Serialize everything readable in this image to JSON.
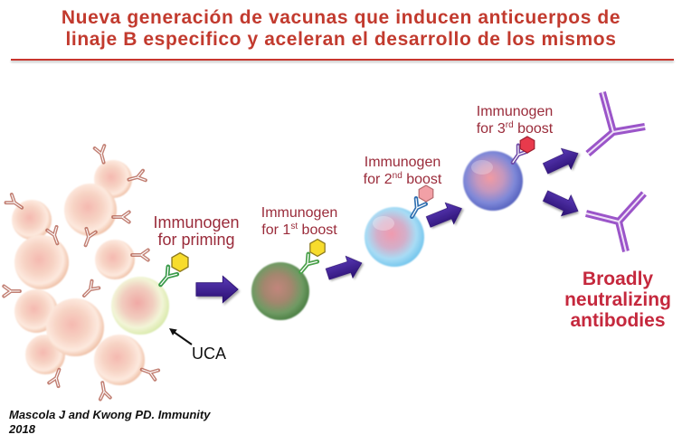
{
  "title": {
    "line1": "Nueva generación de vacunas que inducen anticuerpos de",
    "line2": "linaje B especifico y aceleran el desarrollo de los mismos"
  },
  "diagram": {
    "labels": {
      "priming": {
        "line1": "Immunogen",
        "line2": "for priming"
      },
      "boost1": {
        "line1": "Immunogen",
        "prefix": "for 1",
        "sup": "st",
        "suffix": " boost"
      },
      "boost2": {
        "line1": "Immunogen",
        "prefix": "for 2",
        "sup": "nd",
        "suffix": " boost"
      },
      "boost3": {
        "line1": "Immunogen",
        "prefix": "for 3",
        "sup": "rd",
        "suffix": " boost"
      },
      "uca": "UCA"
    },
    "result": {
      "line1": "Broadly",
      "line2": "neutralizing",
      "line3": "antibodies"
    }
  },
  "citation": {
    "line1": "Mascola J and Kwong PD. Immunity",
    "line2": "2018"
  },
  "colors": {
    "title": "#c23a2e",
    "rule": "#c8352e",
    "label": "#9a2b3a",
    "result": "#c5283d",
    "arrow": "#2a1070",
    "antibody": "#9b55c9"
  }
}
